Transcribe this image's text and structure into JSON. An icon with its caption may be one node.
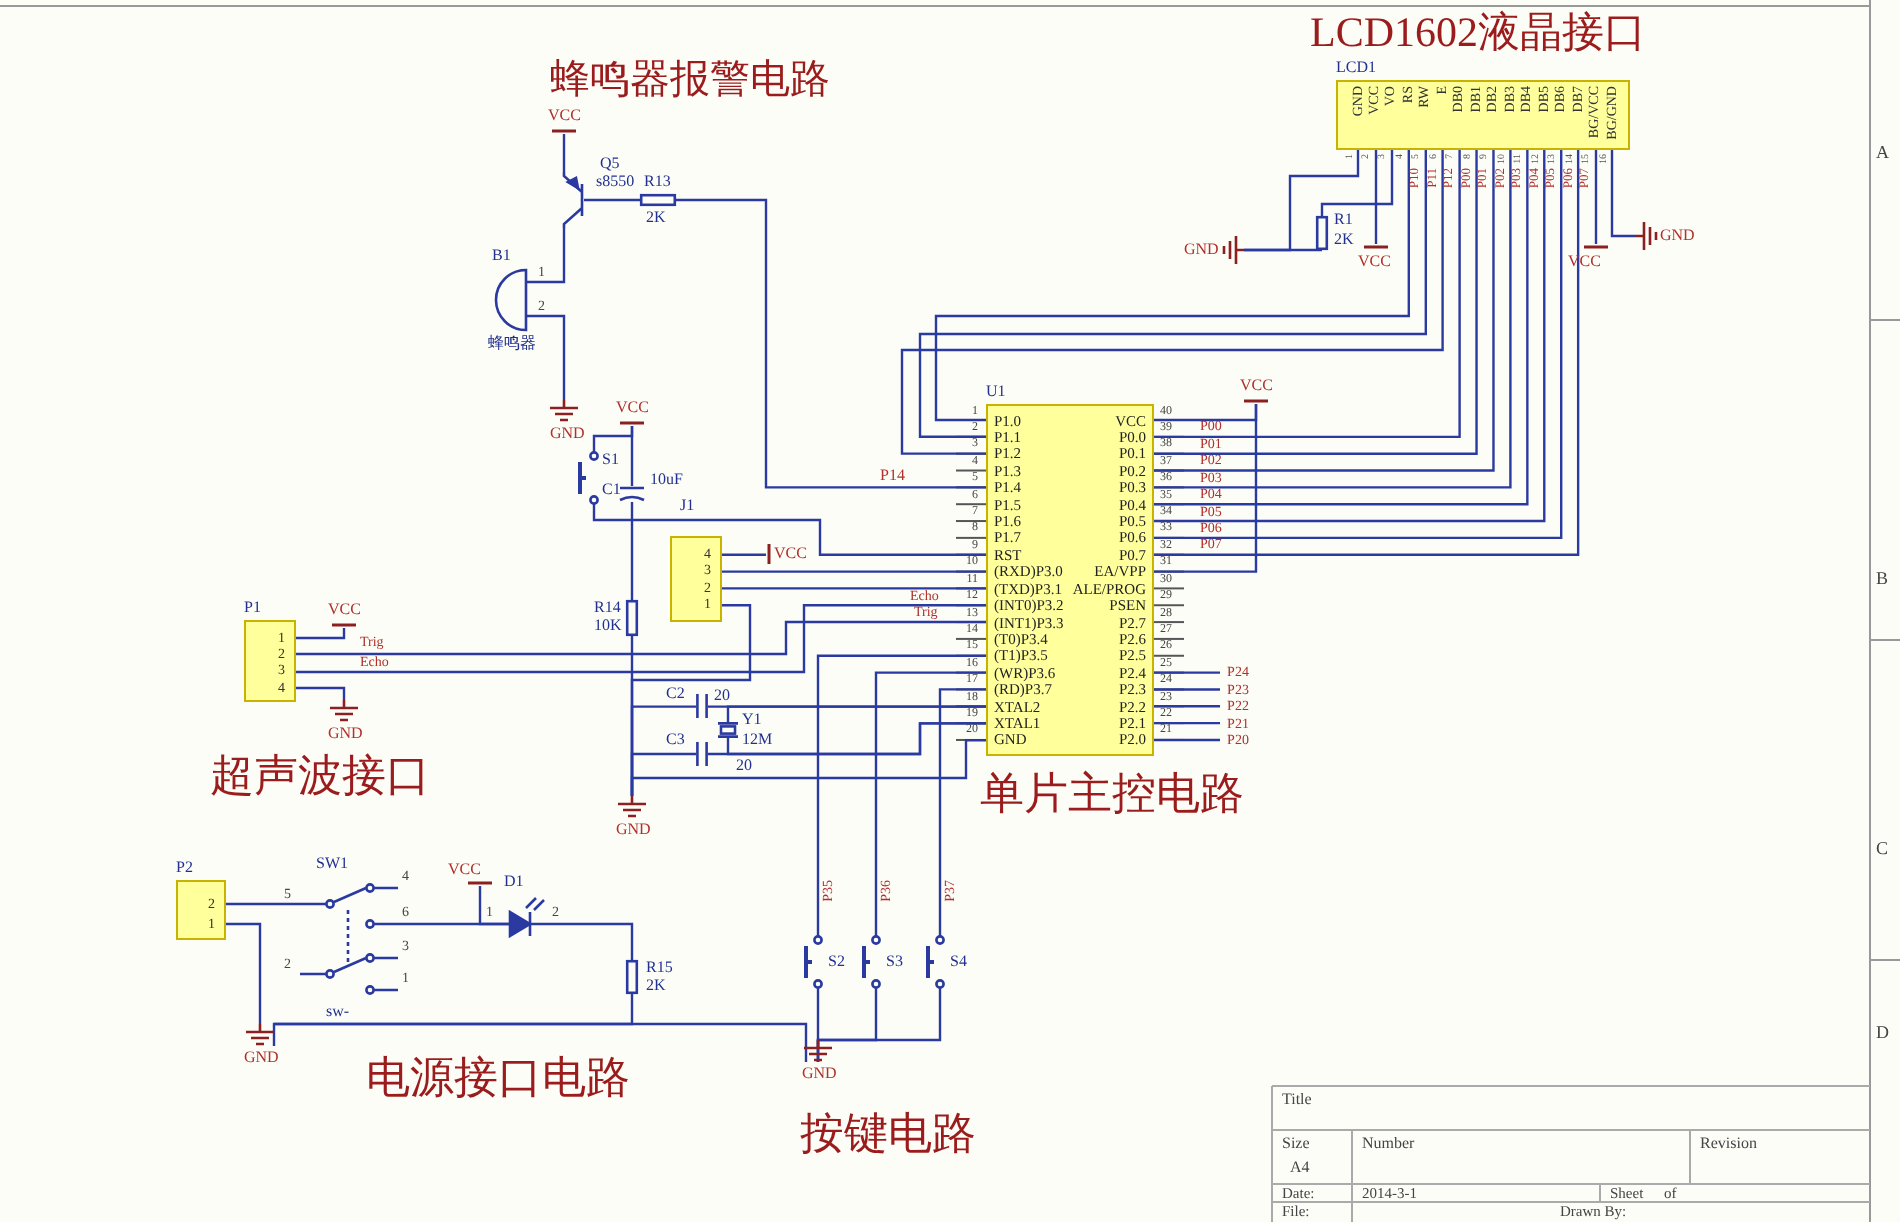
{
  "diagram": {
    "nodes": [
      {
        "text": [
          "GND",
          "VCC",
          "VO",
          "RS",
          "RW",
          "E",
          "DB0",
          "DB1",
          "DB2",
          "DB3",
          "DB4",
          "DB5",
          "DB6",
          "DB7",
          "BG/VCC",
          "BG/GND"
        ],
        "beside": [
          "LCD1",
          "1",
          "2",
          "3",
          "4",
          "5",
          "6",
          "7",
          "8",
          "9",
          "10",
          "11",
          "12",
          "13",
          "14",
          "15",
          "16"
        ]
      },
      {
        "text": [
          "P1.0",
          "P1.1",
          "P1.2",
          "P1.3",
          "P1.4",
          "P1.5",
          "P1.6",
          "P1.7",
          "RST",
          "(RXD)P3.0",
          "(TXD)P3.1",
          "(INT0)P3.2",
          "(INT1)P3.3",
          "(T0)P3.4",
          "(T1)P3.5",
          "(WR)P3.6",
          "(RD)P3.7",
          "XTAL2",
          "XTAL1",
          "GND",
          "VCC",
          "P0.0",
          "P0.1",
          "P0.2",
          "P0.3",
          "P0.4",
          "P0.5",
          "P0.6",
          "P0.7",
          "EA/VPP",
          "ALE/PROG",
          "PSEN",
          "P2.7",
          "P2.6",
          "P2.5",
          "P2.4",
          "P2.3",
          "P2.2",
          "P2.1",
          "P2.0"
        ],
        "beside": [
          "U1",
          "1",
          "2",
          "3",
          "4",
          "5",
          "6",
          "7",
          "8",
          "9",
          "10",
          "11",
          "12",
          "13",
          "14",
          "15",
          "16",
          "17",
          "18",
          "19",
          "20",
          "40",
          "39",
          "38",
          "37",
          "36",
          "35",
          "34",
          "33",
          "32",
          "31",
          "30",
          "29",
          "28",
          "27",
          "26",
          "25",
          "24",
          "23",
          "22",
          "21"
        ]
      },
      {
        "text": [
          "4",
          "3",
          "2",
          "1"
        ],
        "beside": [
          "J1"
        ]
      },
      {
        "text": [
          "1",
          "2",
          "3",
          "4"
        ],
        "beside": [
          "P1"
        ]
      },
      {
        "text": [
          "2",
          "1"
        ],
        "beside": [
          "P2"
        ]
      },
      {
        "text": [],
        "shape": "ground",
        "beside": [
          "GND"
        ]
      },
      {
        "text": [],
        "shape": "box",
        "beside": [
          "R1",
          "2K"
        ]
      },
      {
        "text": [],
        "shape": "bar",
        "beside": [
          "VCC"
        ]
      },
      {
        "text": [],
        "shape": "bar",
        "beside": [
          "VCC"
        ]
      },
      {
        "text": [],
        "shape": "ground",
        "beside": [
          "GND"
        ]
      },
      {
        "text": [],
        "shape": "bar",
        "beside": [
          "VCC"
        ]
      },
      {
        "text": [],
        "shape": "transistor",
        "beside": [
          "Q5",
          "s8550"
        ]
      },
      {
        "text": [],
        "shape": "box",
        "beside": [
          "R13",
          "2K"
        ]
      },
      {
        "text": [],
        "shape": "buzzer",
        "beside": [
          "B1",
          "1",
          "2",
          "蜂鸣器"
        ]
      },
      {
        "text": [],
        "shape": "ground",
        "beside": [
          "GND"
        ]
      },
      {
        "text": [],
        "shape": "bar",
        "beside": [
          "VCC"
        ]
      },
      {
        "text": [],
        "shape": "push-button",
        "beside": [
          "S1"
        ]
      },
      {
        "text": [],
        "shape": "capacitor",
        "beside": [
          "C1",
          "10uF"
        ]
      },
      {
        "text": [],
        "shape": "box",
        "beside": [
          "R14",
          "10K"
        ]
      },
      {
        "text": [],
        "shape": "bar",
        "beside": [
          "VCC"
        ]
      },
      {
        "text": [],
        "shape": "capacitor",
        "beside": [
          "C2",
          "20"
        ]
      },
      {
        "text": [],
        "shape": "crystal",
        "beside": [
          "Y1",
          "12M"
        ]
      },
      {
        "text": [],
        "shape": "capacitor",
        "beside": [
          "C3",
          "20"
        ]
      },
      {
        "text": [],
        "shape": "ground",
        "beside": [
          "GND"
        ]
      },
      {
        "text": [],
        "shape": "bar",
        "beside": [
          "VCC"
        ]
      },
      {
        "text": [],
        "shape": "ground",
        "beside": [
          "GND"
        ]
      },
      {
        "text": [],
        "shape": "bar",
        "beside": [
          "VCC"
        ]
      },
      {
        "text": [
          "P24"
        ]
      },
      {
        "text": [
          "P23"
        ]
      },
      {
        "text": [
          "P22"
        ]
      },
      {
        "text": [
          "P21"
        ]
      },
      {
        "text": [
          "P20"
        ]
      },
      {
        "text": [],
        "shape": "switch",
        "beside": [
          "SW1",
          "5",
          "4",
          "6",
          "2",
          "3",
          "1",
          "sw-"
        ]
      },
      {
        "text": [],
        "shape": "bar",
        "beside": [
          "VCC"
        ]
      },
      {
        "text": [],
        "shape": "diode",
        "beside": [
          "D1",
          "1",
          "2"
        ]
      },
      {
        "text": [],
        "shape": "box",
        "beside": [
          "R15",
          "2K"
        ]
      },
      {
        "text": [],
        "shape": "ground",
        "beside": [
          "GND"
        ]
      },
      {
        "text": [],
        "shape": "push-button",
        "beside": [
          "S2"
        ]
      },
      {
        "text": [],
        "shape": "push-button",
        "beside": [
          "S3"
        ]
      },
      {
        "text": [],
        "shape": "push-button",
        "beside": [
          "S4"
        ]
      },
      {
        "text": [],
        "shape": "ground",
        "beside": [
          "GND"
        ]
      }
    ],
    "edges": [
      {
        "from": 0,
        "to": 1,
        "arrow": "none"
      },
      {
        "from": 0,
        "to": 1,
        "arrow": "none"
      },
      {
        "from": 0,
        "to": 1,
        "arrow": "none"
      },
      {
        "from": 0,
        "to": 1,
        "arrow": "none"
      },
      {
        "from": 0,
        "to": 1,
        "arrow": "none"
      },
      {
        "from": 0,
        "to": 1,
        "arrow": "none"
      },
      {
        "from": 0,
        "to": 1,
        "arrow": "none"
      },
      {
        "from": 0,
        "to": 1,
        "arrow": "none"
      },
      {
        "from": 0,
        "to": 1,
        "arrow": "none"
      },
      {
        "from": 0,
        "to": 1,
        "arrow": "none"
      },
      {
        "from": 0,
        "to": 1,
        "arrow": "none"
      },
      {
        "from": 2,
        "to": 1,
        "arrow": "none"
      },
      {
        "from": 2,
        "to": 1,
        "arrow": "none"
      },
      {
        "from": 3,
        "to": 1,
        "arrow": "none"
      },
      {
        "from": 3,
        "to": 1,
        "arrow": "none"
      },
      {
        "from": 0,
        "to": 5,
        "arrow": "none"
      },
      {
        "from": 6,
        "to": 5,
        "arrow": "none"
      },
      {
        "from": 0,
        "to": 7,
        "arrow": "none"
      },
      {
        "from": 0,
        "to": 6,
        "arrow": "none"
      },
      {
        "from": 0,
        "to": 8,
        "arrow": "none"
      },
      {
        "from": 0,
        "to": 9,
        "arrow": "none"
      },
      {
        "from": 10,
        "to": 11,
        "arrow": "none"
      },
      {
        "from": 11,
        "to": 13,
        "arrow": "none"
      },
      {
        "from": 13,
        "to": 14,
        "arrow": "none"
      },
      {
        "from": 11,
        "to": 12,
        "arrow": "none"
      },
      {
        "from": 12,
        "to": 1,
        "arrow": "none"
      },
      {
        "from": 15,
        "to": 17,
        "arrow": "none"
      },
      {
        "from": 15,
        "to": 16,
        "arrow": "none"
      },
      {
        "from": 17,
        "to": 18,
        "arrow": "none"
      },
      {
        "from": 16,
        "to": 1,
        "arrow": "none"
      },
      {
        "from": 18,
        "to": 23,
        "arrow": "none"
      },
      {
        "from": 2,
        "to": 19,
        "arrow": "none"
      },
      {
        "from": 2,
        "to": 23,
        "arrow": "none"
      },
      {
        "from": 20,
        "to": 23,
        "arrow": "none"
      },
      {
        "from": 20,
        "to": 1,
        "arrow": "none"
      },
      {
        "from": 21,
        "to": 1,
        "arrow": "none"
      },
      {
        "from": 22,
        "to": 23,
        "arrow": "none"
      },
      {
        "from": 22,
        "to": 1,
        "arrow": "none"
      },
      {
        "from": 21,
        "to": 1,
        "arrow": "none"
      },
      {
        "from": 1,
        "to": 23,
        "arrow": "none"
      },
      {
        "from": 3,
        "to": 24,
        "arrow": "none"
      },
      {
        "from": 3,
        "to": 25,
        "arrow": "none"
      },
      {
        "from": 1,
        "to": 26,
        "arrow": "none"
      },
      {
        "from": 1,
        "to": 26,
        "arrow": "none"
      },
      {
        "from": 1,
        "to": 27,
        "arrow": "none"
      },
      {
        "from": 1,
        "to": 28,
        "arrow": "none"
      },
      {
        "from": 1,
        "to": 29,
        "arrow": "none"
      },
      {
        "from": 1,
        "to": 30,
        "arrow": "none"
      },
      {
        "from": 1,
        "to": 31,
        "arrow": "none"
      },
      {
        "from": 1,
        "to": 37,
        "arrow": "none"
      },
      {
        "from": 1,
        "to": 38,
        "arrow": "none"
      },
      {
        "from": 1,
        "to": 39,
        "arrow": "none"
      },
      {
        "from": 37,
        "to": 40,
        "arrow": "none"
      },
      {
        "from": 38,
        "to": 40,
        "arrow": "none"
      },
      {
        "from": 39,
        "to": 40,
        "arrow": "none"
      },
      {
        "from": 4,
        "to": 32,
        "arrow": "none"
      },
      {
        "from": 4,
        "to": 36,
        "arrow": "none"
      },
      {
        "from": 32,
        "to": 34,
        "arrow": "none"
      },
      {
        "from": 33,
        "to": 34,
        "arrow": "none"
      },
      {
        "from": 34,
        "to": 35,
        "arrow": "none"
      },
      {
        "from": 35,
        "to": 36,
        "arrow": "none"
      },
      {
        "from": 36,
        "to": 40,
        "arrow": "none"
      }
    ],
    "labels": [
      "LCD1602液晶接口",
      "蜂鸣器报警电路",
      "A",
      "P10",
      "P11",
      "P12",
      "P00",
      "P01",
      "P02",
      "P03",
      "P04",
      "P05",
      "P06",
      "P07",
      "P00",
      "P01",
      "P02",
      "P14",
      "P03",
      "P04",
      "P05",
      "P06",
      "P07",
      "B",
      "Echo",
      "Trig",
      "Trig",
      "Echo",
      "超声波接口",
      "单片主控电路",
      "C",
      "P35",
      "P36",
      "P37",
      "D",
      "电源接口电路",
      "Title",
      "按键电路",
      "Size",
      "Number",
      "Revision",
      "A4",
      "Date:",
      "2014-3-1",
      "Sheet",
      "of",
      "File:",
      "Drawn By:"
    ]
  }
}
